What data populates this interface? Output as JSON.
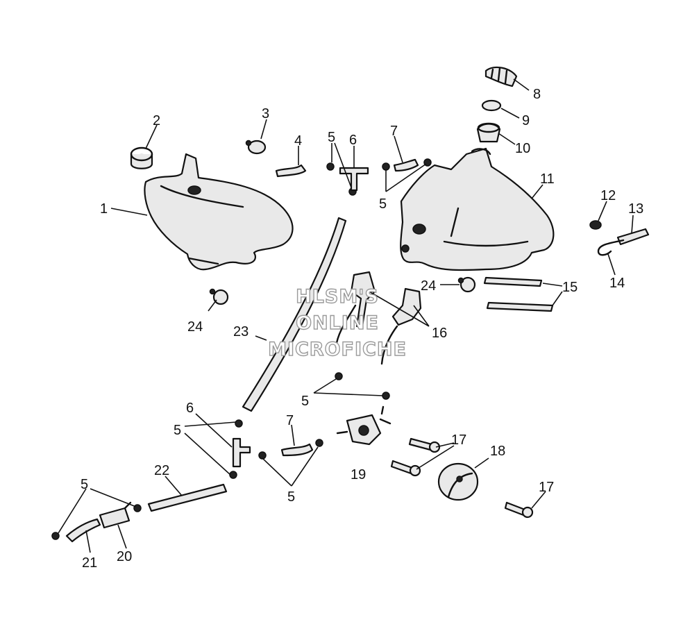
{
  "watermark": {
    "line1": "HLSM'S",
    "line2": "ONLINE",
    "line3": "MICROFICHE"
  },
  "callouts": [
    {
      "id": "c1",
      "text": "1"
    },
    {
      "id": "c2",
      "text": "2"
    },
    {
      "id": "c3",
      "text": "3"
    },
    {
      "id": "c4",
      "text": "4"
    },
    {
      "id": "c5a",
      "text": "5"
    },
    {
      "id": "c6a",
      "text": "6"
    },
    {
      "id": "c7a",
      "text": "7"
    },
    {
      "id": "c5b",
      "text": "5"
    },
    {
      "id": "c8",
      "text": "8"
    },
    {
      "id": "c9",
      "text": "9"
    },
    {
      "id": "c10",
      "text": "10"
    },
    {
      "id": "c11",
      "text": "11"
    },
    {
      "id": "c12",
      "text": "12"
    },
    {
      "id": "c13",
      "text": "13"
    },
    {
      "id": "c14",
      "text": "14"
    },
    {
      "id": "c15",
      "text": "15"
    },
    {
      "id": "c24a",
      "text": "24"
    },
    {
      "id": "c24b",
      "text": "24"
    },
    {
      "id": "c16",
      "text": "16"
    },
    {
      "id": "c23",
      "text": "23"
    },
    {
      "id": "c5c",
      "text": "5"
    },
    {
      "id": "c6b",
      "text": "6"
    },
    {
      "id": "c5d",
      "text": "5"
    },
    {
      "id": "c7b",
      "text": "7"
    },
    {
      "id": "c5e",
      "text": "5"
    },
    {
      "id": "c19",
      "text": "19"
    },
    {
      "id": "c17a",
      "text": "17"
    },
    {
      "id": "c18",
      "text": "18"
    },
    {
      "id": "c22",
      "text": "22"
    },
    {
      "id": "c5f",
      "text": "5"
    },
    {
      "id": "c17b",
      "text": "17"
    },
    {
      "id": "c21",
      "text": "21"
    },
    {
      "id": "c20",
      "text": "20"
    }
  ]
}
